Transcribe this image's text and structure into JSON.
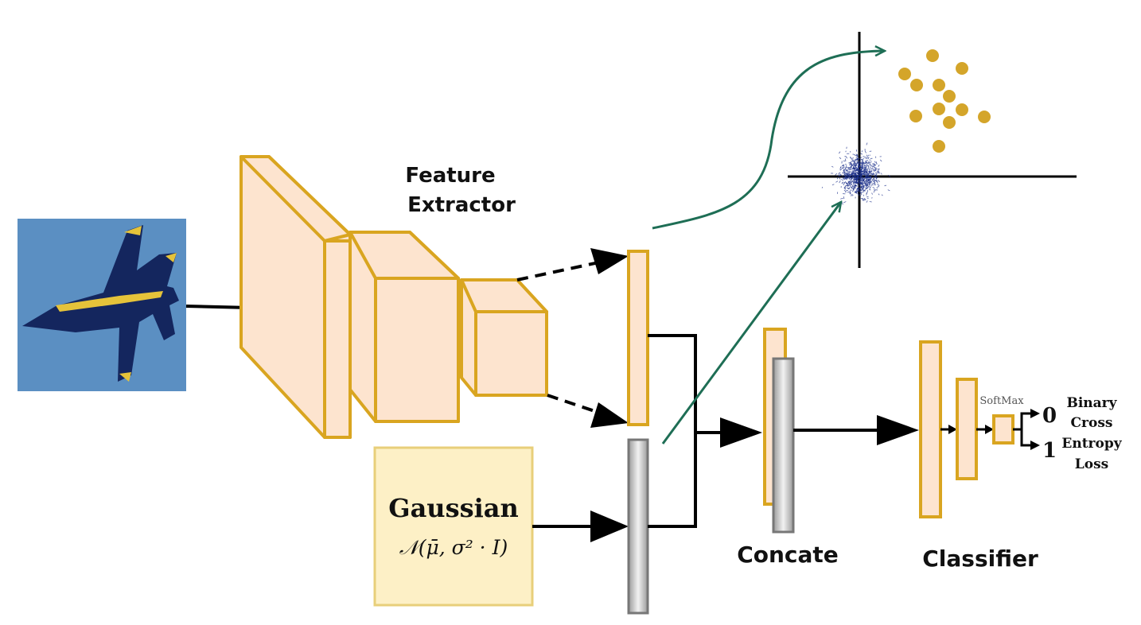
{
  "labels": {
    "feature_extractor_line1": "Feature",
    "feature_extractor_line2": "Extractor",
    "gaussian_title": "Gaussian",
    "gaussian_formula": "𝒩(μ̄,  σ² · I)",
    "concate": "Concate",
    "classifier": "Classifier",
    "softmax": "SoftMax",
    "output_zero": "0",
    "output_one": "1",
    "loss_line1": "Binary",
    "loss_line2": "Cross",
    "loss_line3": "Entropy",
    "loss_line4": "Loss"
  },
  "colors": {
    "block_fill": "#fde4cf",
    "block_stroke": "#d9a520",
    "gaussian_fill": "#fdf0c6",
    "gray_fill": "#d9d9d9",
    "gray_stroke": "#888888",
    "green_arrow": "#1e6e55",
    "dot_gold": "#d4a52a",
    "cluster_blue": "#1b2f8a",
    "arrow_black": "#000000"
  },
  "icons": {
    "input_image": "fighter-jet-icon"
  }
}
